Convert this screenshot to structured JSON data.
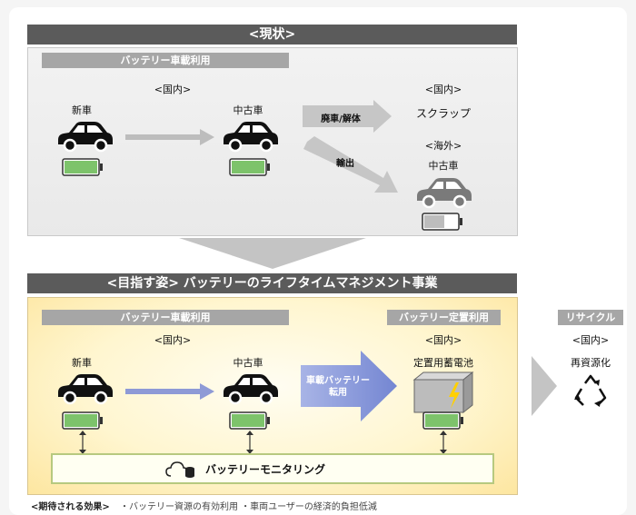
{
  "current": {
    "title": "<現状>",
    "onboard_label": "バッテリー車載利用",
    "domestic_label": "<国内>",
    "new_car": "新車",
    "used_car": "中古車",
    "scrap_action": "廃車/解体",
    "scrap_label": "スクラップ",
    "domestic_label2": "<国内>",
    "overseas_label": "<海外>",
    "overseas_car": "中古車",
    "export_action": "輸出"
  },
  "future": {
    "title": "<目指す姿> バッテリーのライフタイムマネジメント事業",
    "onboard_label": "バッテリー車載利用",
    "stationary_label": "バッテリー定置利用",
    "domestic_label": "<国内>",
    "domestic_label2": "<国内>",
    "new_car": "新車",
    "used_car": "中古車",
    "storage_label": "定置用蓄電池",
    "reuse_arrow_line1": "車載バッテリー",
    "reuse_arrow_line2": "転用",
    "monitoring": "バッテリーモニタリング"
  },
  "recycle": {
    "title": "リサイクル",
    "domestic_label": "<国内>",
    "label": "再資源化"
  },
  "footer": {
    "heading": "<期待される効果>",
    "items": "・バッテリー資源の有効利用 ・車両ユーザーの経済的負担低減"
  },
  "colors": {
    "bar_dark": "#5b5b5b",
    "bar_light": "#a6a6a6",
    "battery_green": "#7dc36b",
    "arrow_blue": "#7f8fcf",
    "arrow_gray": "#bdbdbd"
  }
}
